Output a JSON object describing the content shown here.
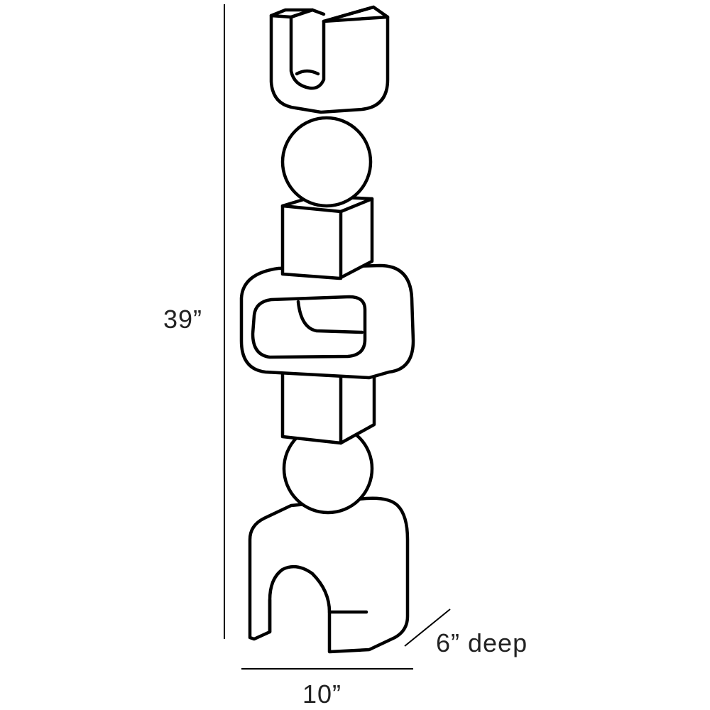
{
  "dimensions": {
    "height_label": "39”",
    "width_label": "10”",
    "depth_label": "6” deep"
  },
  "colors": {
    "line": "#000000",
    "background": "#ffffff",
    "label": "#222222"
  }
}
